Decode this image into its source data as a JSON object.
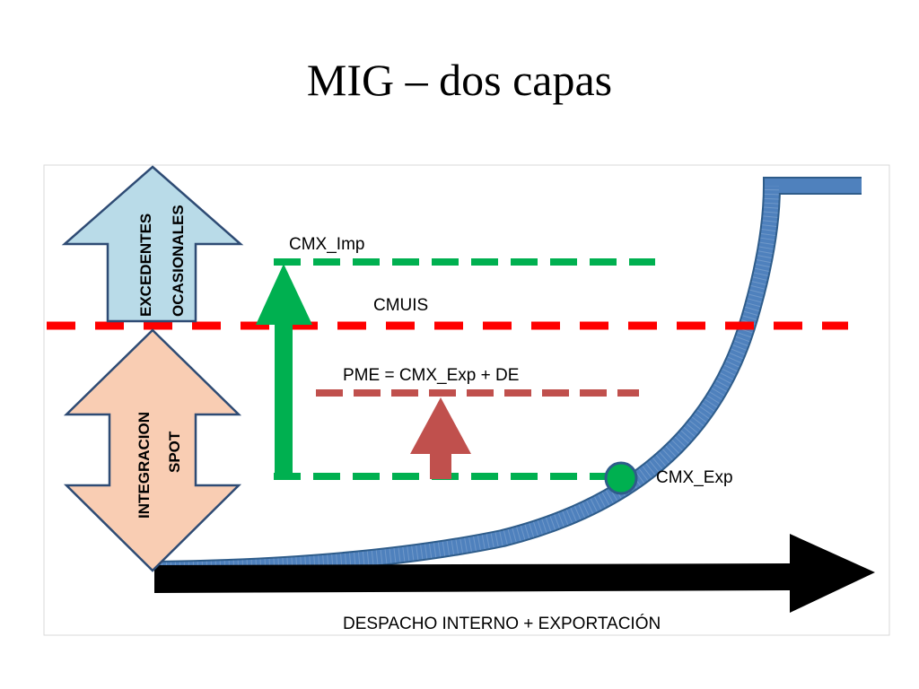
{
  "slide": {
    "title": "MIG – dos capas"
  },
  "diagram": {
    "labels": {
      "cmx_imp": "CMX_Imp",
      "cmuis": "CMUIS",
      "pme": "PME = CMX_Exp + DE",
      "cmx_exp": "CMX_Exp",
      "x_axis": "DESPACHO INTERNO + EXPORTACIÓN"
    },
    "arrows": {
      "excedentes_line1": "EXCEDENTES",
      "excedentes_line2": "OCASIONALES",
      "integracion_line1": "INTEGRACION",
      "integracion_line2": "SPOT"
    },
    "colors": {
      "border": "#d9d9d9",
      "cmuis_line": "#ff0000",
      "cmx_lines": "#00b050",
      "pme_line": "#c0504d",
      "curve": "#4f81bd",
      "curve_outline": "#2e5c8a",
      "excedentes_fill": "#b9dbe8",
      "integracion_fill": "#f9cdb3",
      "arrow_outline": "#2e4b74",
      "x_axis": "#000000"
    }
  }
}
